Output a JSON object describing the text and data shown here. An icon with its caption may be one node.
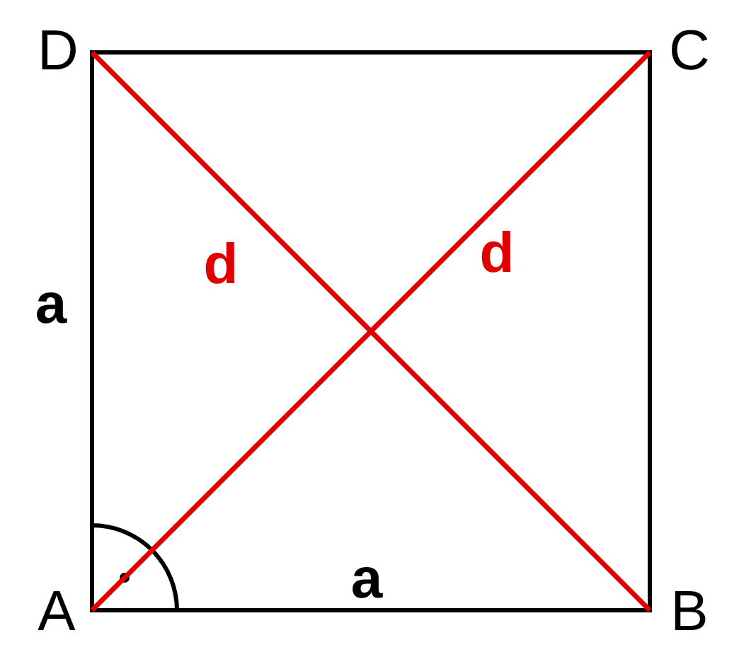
{
  "diagram": {
    "labels": [
      "D",
      "C",
      "d",
      "d",
      "a",
      "A",
      "a",
      "B"
    ]
  }
}
